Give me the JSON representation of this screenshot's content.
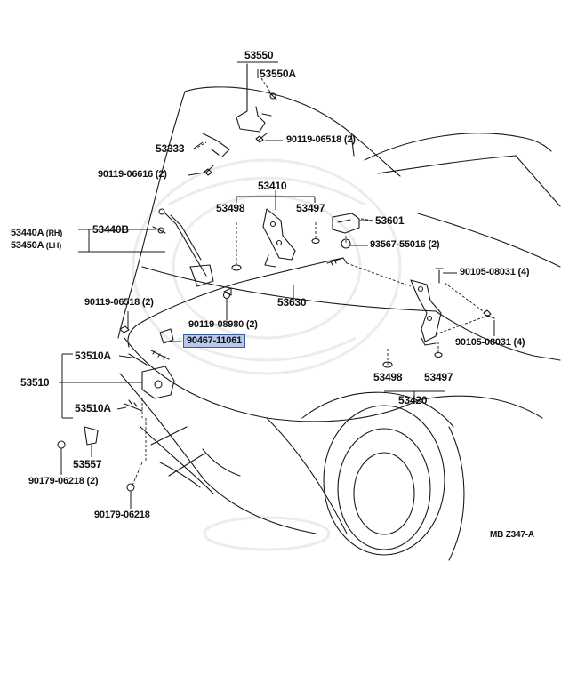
{
  "labels": {
    "l53550": "53550",
    "l53550A": "53550A",
    "l53333": "53333",
    "l90119_06518_top": "90119-06518 (2)",
    "l90119_06616": "90119-06616 (2)",
    "l53410": "53410",
    "l53498_top": "53498",
    "l53497_top": "53497",
    "l53601": "53601",
    "l93567": "93567-55016 (2)",
    "l53440A": "53440A",
    "l53440A_rh": "(RH)",
    "l53450A": "53450A",
    "l53450A_lh": "(LH)",
    "l53440B": "53440B",
    "l90105_top": "90105-08031 (4)",
    "l90119_06518_left": "90119-06518 (2)",
    "l53630": "53630",
    "l90119_08980": "90119-08980 (2)",
    "l90467": "90467-11061",
    "l90105_bottom": "90105-08031 (4)",
    "l53510A_top": "53510A",
    "l53510": "53510",
    "l53498_bottom": "53498",
    "l53497_bottom": "53497",
    "l53420": "53420",
    "l53510A_bottom": "53510A",
    "l53557": "53557",
    "l90179_06218_2": "90179-06218 (2)",
    "l90179_06218": "90179-06218",
    "ref_code": "MB Z347-A"
  },
  "colors": {
    "line": "#1a1a1a",
    "highlight_fill": "#b8c8ec",
    "highlight_border": "#3e5aa3"
  }
}
